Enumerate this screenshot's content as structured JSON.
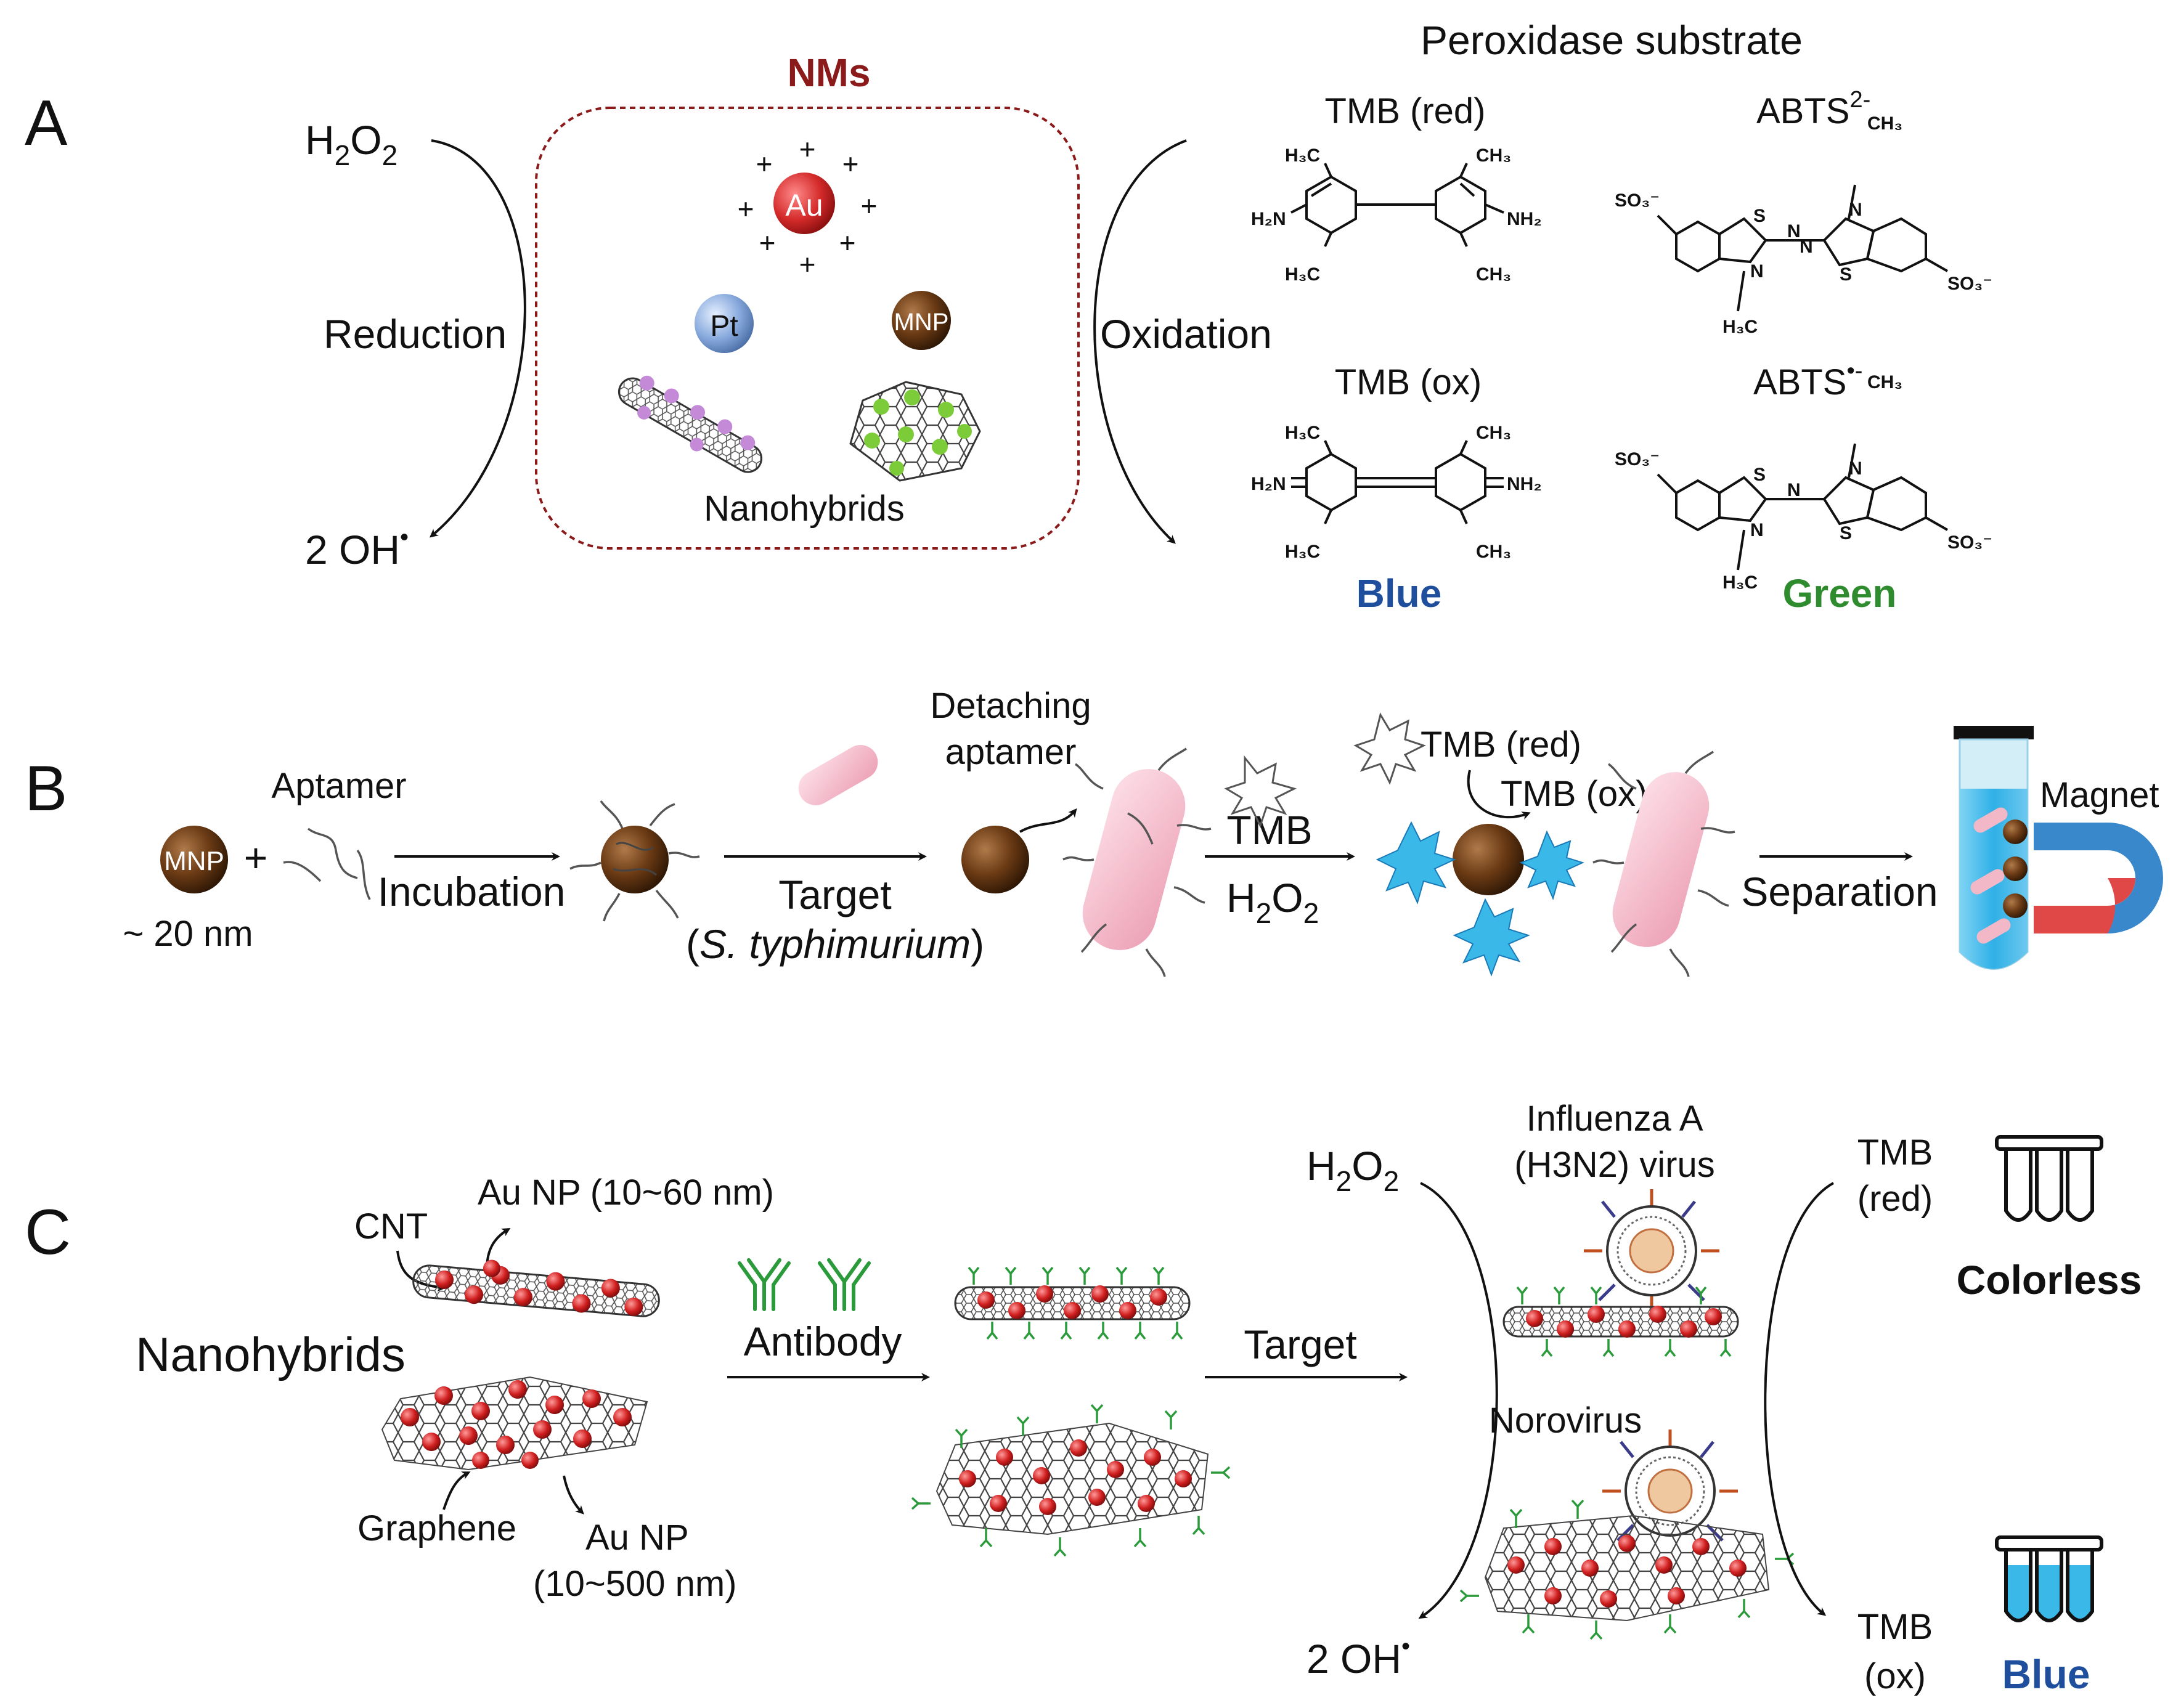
{
  "panels": {
    "a": "A",
    "b": "B",
    "c": "C"
  },
  "panel_a": {
    "nms_title": "NMs",
    "h2o2_h": "H",
    "h2o2_sub1": "2",
    "h2o2_o": "O",
    "h2o2_sub2": "2",
    "oh": "2 OH",
    "oh_sup": "•",
    "reduction": "Reduction",
    "oxidation": "Oxidation",
    "au": "Au",
    "pt": "Pt",
    "mnp": "MNP",
    "nanohybrids": "Nanohybrids",
    "substrate_title": "Peroxidase substrate",
    "tmb_red": "TMB (red)",
    "tmb_ox": "TMB (ox)",
    "abts_red": "ABTS",
    "abts_red_sup": "2-",
    "abts_ox": "ABTS",
    "abts_ox_sup": "•-",
    "blue": "Blue",
    "green": "Green",
    "chem": {
      "h3c": "H₃C",
      "ch3": "CH₃",
      "h2n": "H₂N",
      "nh2": "NH₂",
      "h2n_plus": "H₂N",
      "nh2_plus": "NH₂",
      "so3": "SO₃⁻",
      "s": "S",
      "n": "N",
      "ch3_small": "CH₃"
    }
  },
  "panel_b": {
    "mnp": "MNP",
    "size": "~ 20 nm",
    "plus": "+",
    "aptamer": "Aptamer",
    "incubation": "Incubation",
    "target": "Target",
    "target_species": "S. typhimurium",
    "detaching_1": "Detaching",
    "detaching_2": "aptamer",
    "tmb": "TMB",
    "h2o2_h": "H",
    "h2o2_sub1": "2",
    "h2o2_o": "O",
    "h2o2_sub2": "2",
    "tmb_red": "TMB (red)",
    "tmb_ox": "TMB (ox)",
    "separation": "Separation",
    "magnet": "Magnet"
  },
  "panel_c": {
    "cnt": "CNT",
    "au_np_1": "Au NP (10~60 nm)",
    "nanohybrids": "Nanohybrids",
    "graphene": "Graphene",
    "au_np_2a": "Au NP",
    "au_np_2b": "(10~500 nm)",
    "antibody": "Antibody",
    "target": "Target",
    "h2o2_h": "H",
    "h2o2_sub1": "2",
    "h2o2_o": "O",
    "h2o2_sub2": "2",
    "oh": "2 OH",
    "oh_sup": "•",
    "influenza_1": "Influenza A",
    "influenza_2": "(H3N2) virus",
    "norovirus": "Norovirus",
    "tmb_red_1": "TMB",
    "tmb_red_2": "(red)",
    "tmb_ox_1": "TMB",
    "tmb_ox_2": "(ox)",
    "colorless": "Colorless",
    "blue": "Blue"
  },
  "colors": {
    "nms_red": "#8b1a1a",
    "au_red": "#d42a2a",
    "pt_blue": "#7fa6dd",
    "mnp_brown": "#6a3a14",
    "tmb_blue": "#1f4f9c",
    "green": "#2e8b2e",
    "bacteria_pink": "#f2b8c8",
    "cyan": "#3ab8e8",
    "magnet_red": "#e04848",
    "magnet_blue": "#3a88cc",
    "antibody_green": "#2a9a3a"
  }
}
